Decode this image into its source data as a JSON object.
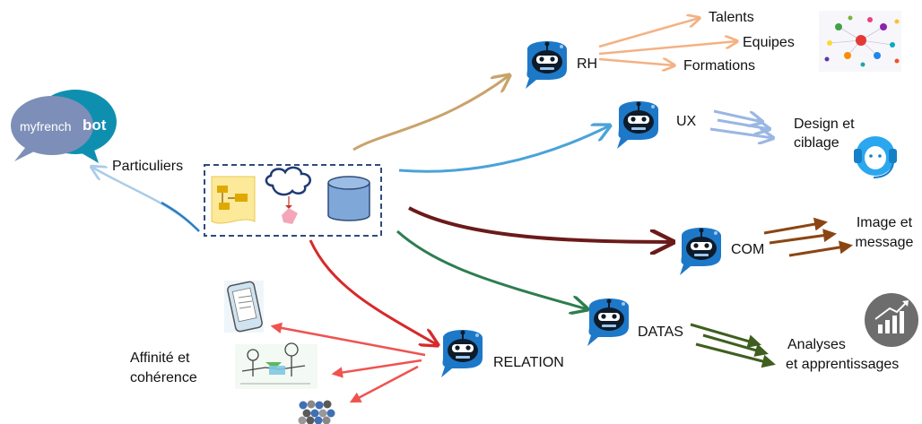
{
  "logo": {
    "text_left": "myfrench",
    "text_right": "bot"
  },
  "source": {
    "label": "Particuliers"
  },
  "branches": {
    "rh": {
      "label": "RH",
      "items": [
        "Talents",
        "Equipes",
        "Formations"
      ]
    },
    "ux": {
      "label": "UX",
      "result_line1": "Design et",
      "result_line2": "ciblage"
    },
    "com": {
      "label": "COM",
      "result_line1": "Image et",
      "result_line2": "message"
    },
    "datas": {
      "label": "DATAS",
      "result_line1": "Analyses",
      "result_line2": "et apprentissages"
    },
    "relation": {
      "label": "RELATION",
      "result_line1": "Affinité et",
      "result_line2": "cohérence"
    }
  },
  "colors": {
    "rh": "#c9a36a",
    "rh_out": "#f4b183",
    "ux": "#4aa3d8",
    "ux_out": "#9ab6e3",
    "com": "#6b1a1a",
    "com_out": "#8b4513",
    "datas": "#2e7d4f",
    "datas_out": "#3f5f1f",
    "relation": "#d62a2a",
    "relation_out": "#ef5350",
    "particuliers": "#a9cde8",
    "bot_bubble": "#1e78c8",
    "logo_dark": "#0f8fb0",
    "logo_light": "#7d8fb8"
  },
  "icons": [
    "robot-icon",
    "network-people-icon",
    "headset-icon",
    "growth-chart-icon",
    "phone-icon",
    "handshake-icon",
    "crowd-icon",
    "flowchart-icon",
    "cloud-icon",
    "database-icon"
  ]
}
